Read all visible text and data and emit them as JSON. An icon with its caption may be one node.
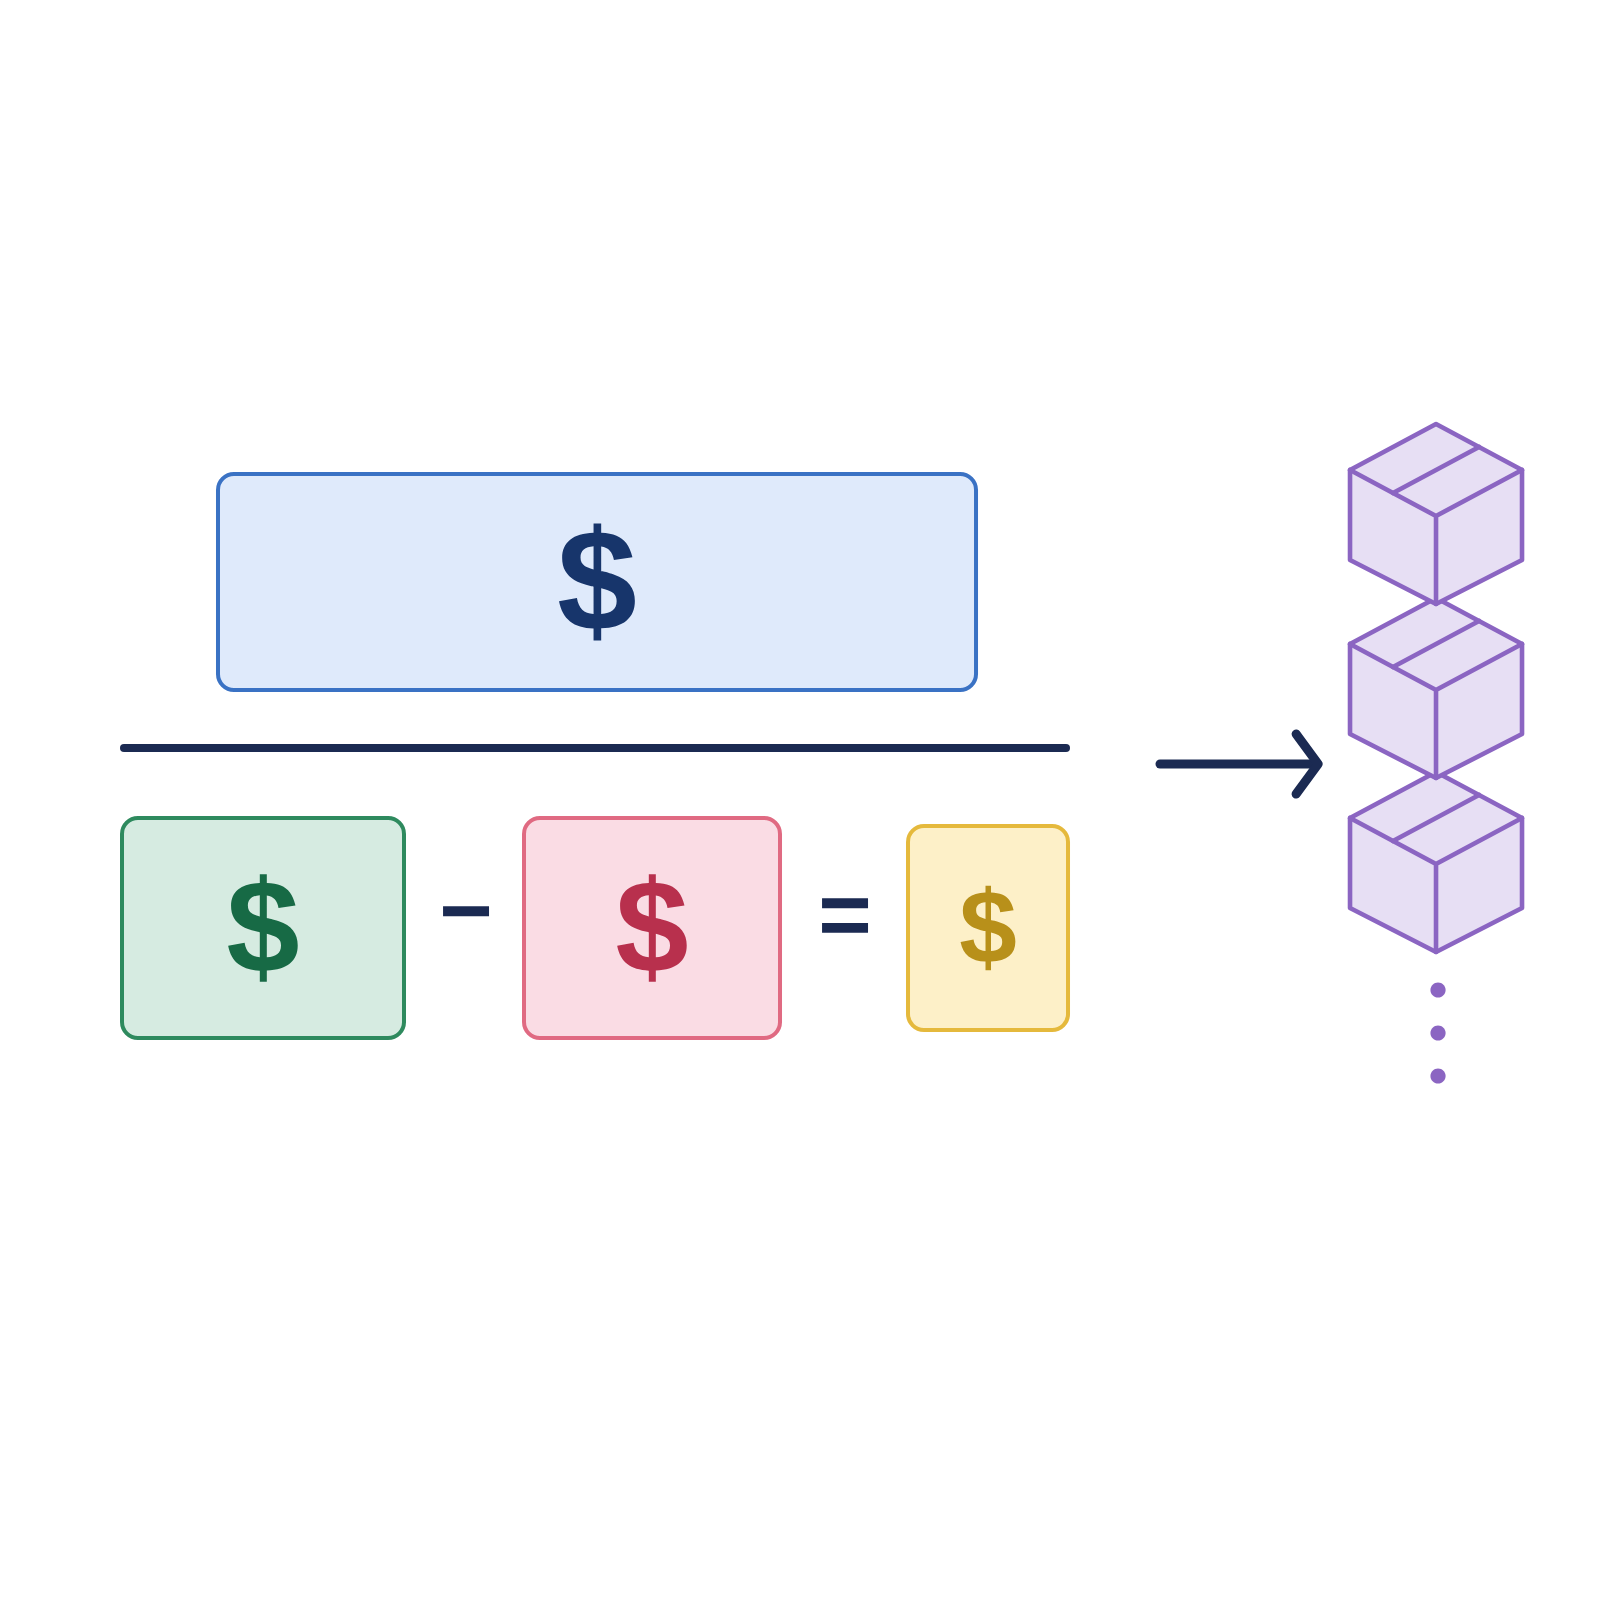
{
  "diagram": {
    "nodes": [
      {
        "text": [
          "$"
        ]
      },
      {
        "text": [
          "$"
        ]
      },
      {
        "text": [
          "$"
        ]
      },
      {
        "text": [
          "$"
        ]
      },
      {
        "text": [],
        "shape": "picture"
      }
    ],
    "edges": [
      {
        "from": null,
        "to": 4,
        "arrow": "to"
      }
    ],
    "labels": [
      "−",
      "="
    ]
  }
}
